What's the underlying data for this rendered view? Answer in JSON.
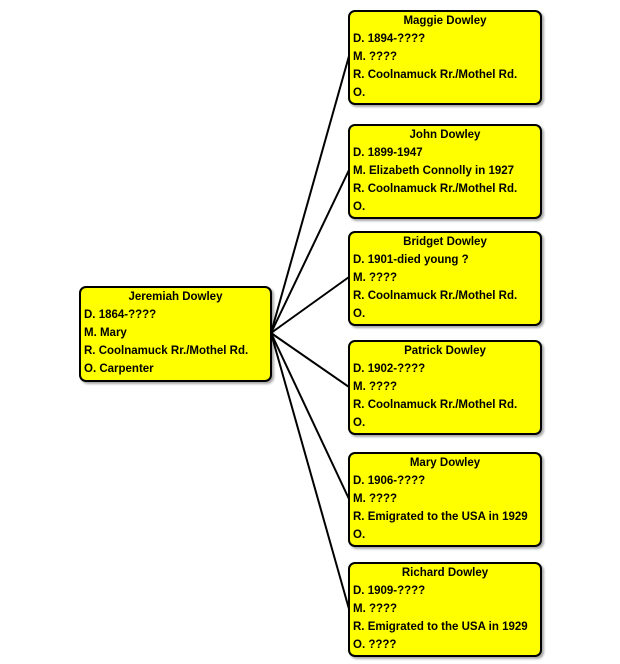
{
  "parent": {
    "name": "Jeremiah Dowley",
    "d": "D.  1864-????",
    "m": "M. Mary",
    "r": "R. Coolnamuck Rr./Mothel Rd.",
    "o": "O.  Carpenter"
  },
  "children": [
    {
      "name": "Maggie Dowley",
      "d": "D. 1894-????",
      "m": "M.  ????",
      "r": "R.  Coolnamuck Rr./Mothel Rd.",
      "o": "O."
    },
    {
      "name": "John Dowley",
      "d": "D. 1899-1947",
      "m": "M. Elizabeth Connolly  in 1927",
      "r": "R. Coolnamuck Rr./Mothel Rd.",
      "o": "O."
    },
    {
      "name": "Bridget Dowley",
      "d": "D. 1901-died young ?",
      "m": "M. ????",
      "r": "R. Coolnamuck Rr./Mothel Rd.",
      "o": "O."
    },
    {
      "name": "Patrick Dowley",
      "d": "D.  1902-????",
      "m": "M. ????",
      "r": "R. Coolnamuck Rr./Mothel Rd.",
      "o": "O."
    },
    {
      "name": "Mary Dowley",
      "d": "D. 1906-????",
      "m": "M.  ????",
      "r": "R. Emigrated to the USA in 1929",
      "o": "O."
    },
    {
      "name": "Richard Dowley",
      "d": "D.  1909-????",
      "m": "M. ????",
      "r": "R. Emigrated to the USA in 1929",
      "o": "O. ????"
    }
  ]
}
